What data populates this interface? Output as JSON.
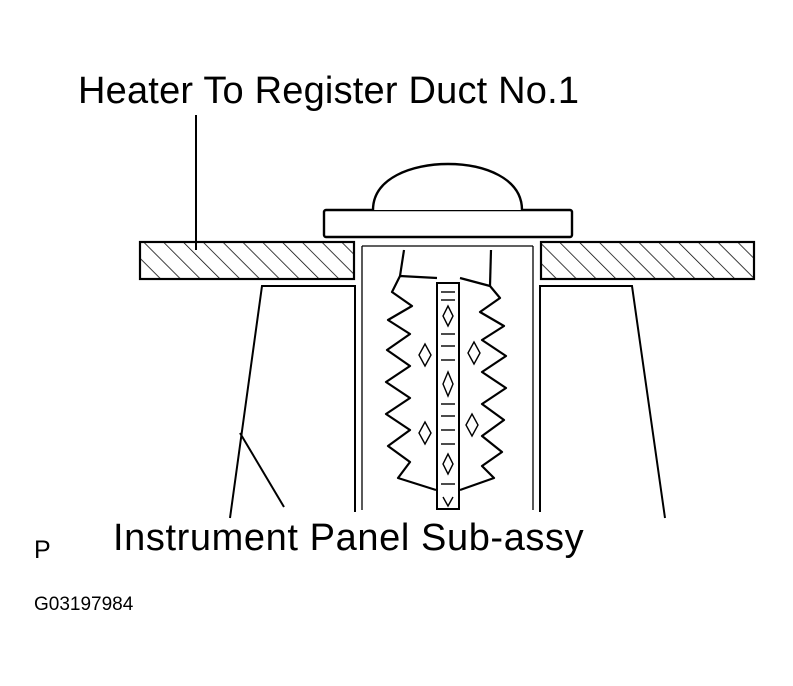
{
  "labels": {
    "duct": "Heater To Register Duct No.1",
    "panel": "Instrument Panel Sub-assy",
    "view": "P",
    "figure_code": "G03197984"
  }
}
